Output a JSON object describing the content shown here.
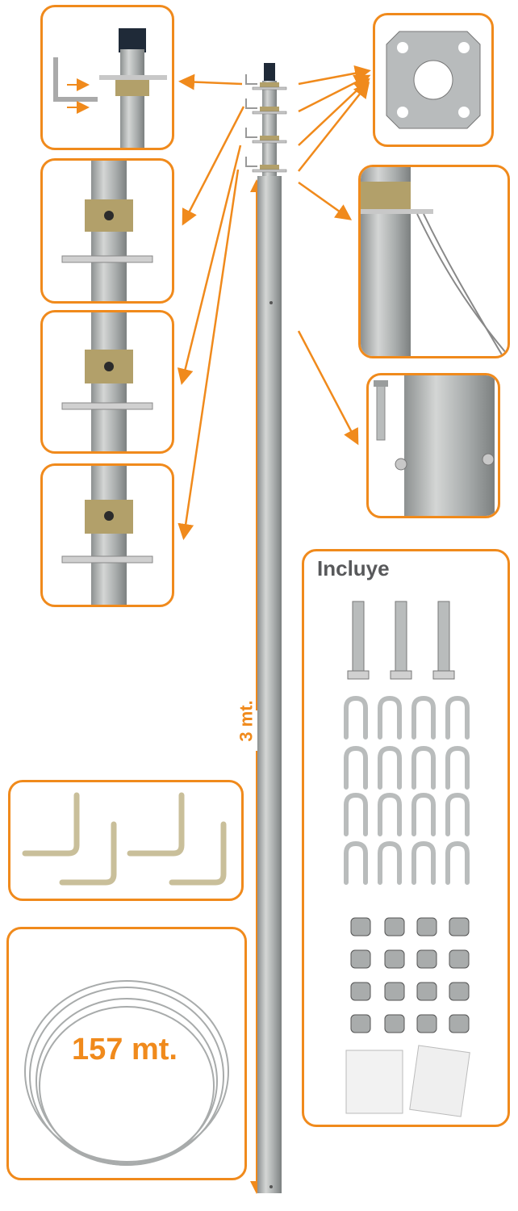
{
  "height_label": "3 mt.",
  "includes_title": "Incluye",
  "cable_label": "157 mt.",
  "accent_color": "#f08a1c",
  "metal_color": "#b9bcbc",
  "brass_color": "#b2a06a",
  "icons": [
    "telescopic-mast",
    "mount-plate",
    "guy-wire-clamp",
    "bolt",
    "l-hook",
    "wire-coil",
    "u-bolt",
    "wire-rope-clip",
    "manual-sheet"
  ]
}
